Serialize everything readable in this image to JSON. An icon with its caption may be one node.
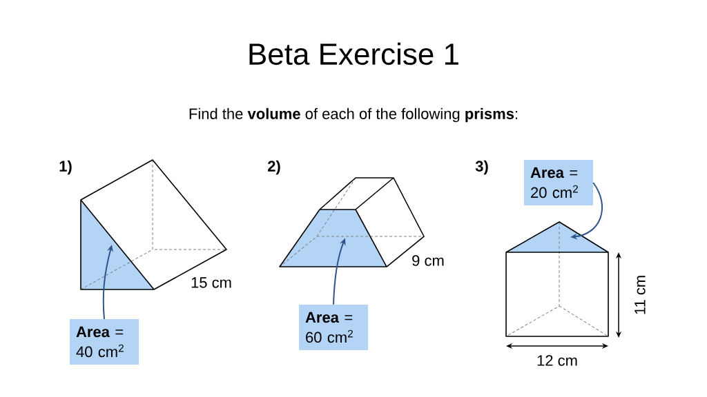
{
  "diagram": {
    "title": "Beta Exercise 1",
    "nodes": [
      {
        "text": [],
        "shape": "triangle"
      },
      {
        "text": [
          "**Area** = 40 cm$^{2}$"
        ]
      },
      {
        "text": [],
        "shape": "trapezoid"
      },
      {
        "text": [
          "**Area** = 60 cm$^{2}$"
        ]
      },
      {
        "text": [
          "**Area** = 20 cm$^{2}$"
        ]
      },
      {
        "text": [],
        "shape": "triangle"
      }
    ],
    "edges": [
      {
        "from": 1,
        "to": 0,
        "arrow": "to"
      },
      {
        "from": 3,
        "to": 2,
        "arrow": "to"
      },
      {
        "from": 4,
        "to": 5,
        "arrow": "to"
      }
    ],
    "labels": [
      "Find the **volume** of each of the following **prisms**:",
      "1)",
      "2)",
      "3)",
      "15 cm",
      "9 cm",
      "11 cm",
      "12 cm"
    ]
  }
}
